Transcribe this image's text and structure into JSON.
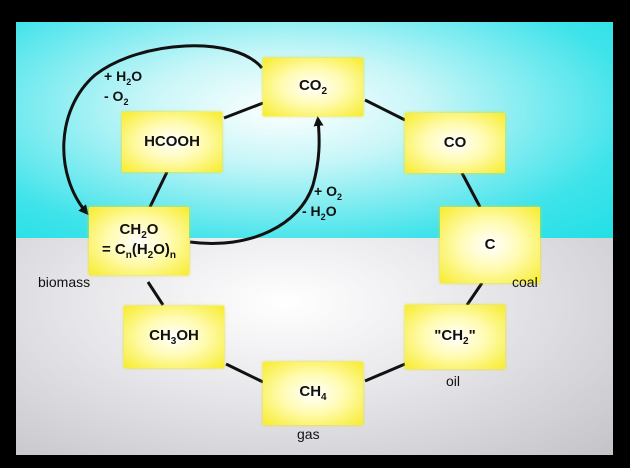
{
  "nodes": {
    "co2": [
      {
        "t": "CO"
      },
      {
        "t": "2",
        "sub": true
      }
    ],
    "hcooh": [
      {
        "t": "HCOOH"
      }
    ],
    "co": [
      {
        "t": "CO"
      }
    ],
    "ch2o": [
      {
        "t": "CH"
      },
      {
        "t": "2",
        "sub": true
      },
      {
        "t": "O"
      }
    ],
    "ch2o_eq": [
      {
        "t": "= C"
      },
      {
        "t": "n",
        "sub": true
      },
      {
        "t": "(H"
      },
      {
        "t": "2",
        "sub": true
      },
      {
        "t": "O)"
      },
      {
        "t": "n",
        "sub": true
      }
    ],
    "c": [
      {
        "t": "C"
      }
    ],
    "ch3oh": [
      {
        "t": "CH"
      },
      {
        "t": "3",
        "sub": true
      },
      {
        "t": "OH"
      }
    ],
    "ch2_oil": [
      {
        "t": "\"CH"
      },
      {
        "t": "2",
        "sub": true
      },
      {
        "t": "\""
      }
    ],
    "ch4": [
      {
        "t": "CH"
      },
      {
        "t": "4",
        "sub": true
      }
    ]
  },
  "labels": {
    "biomass": "biomass",
    "coal": "coal",
    "oil": "oil",
    "gas": "gas"
  },
  "reactions": {
    "reduce_l1": [
      {
        "t": "+ H"
      },
      {
        "t": "2",
        "sub": true
      },
      {
        "t": "O"
      }
    ],
    "reduce_l2": [
      {
        "t": "- O"
      },
      {
        "t": "2",
        "sub": true
      }
    ],
    "oxid_l1": [
      {
        "t": "+ O"
      },
      {
        "t": "2",
        "sub": true
      }
    ],
    "oxid_l2": [
      {
        "t": "- H"
      },
      {
        "t": "2",
        "sub": true
      },
      {
        "t": "O"
      }
    ]
  },
  "colors": {
    "sky": "#22dfe6",
    "ground": "#c4c4c8",
    "box": "#f7ec2c",
    "frame": "#000000"
  }
}
